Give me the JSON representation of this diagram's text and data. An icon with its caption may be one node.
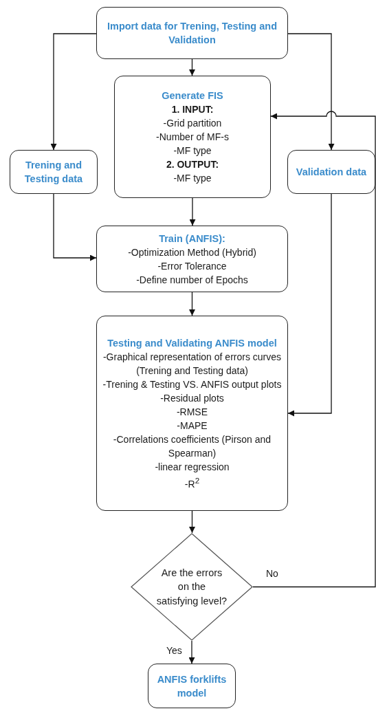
{
  "diagram": {
    "nodes": [
      {
        "text": [
          "Import data for Trening, Testing and Validation"
        ]
      },
      {
        "text": [
          "Generate FIS",
          "1. INPUT:",
          "-Grid partition",
          "-Number of MF-s",
          "-MF type",
          "2. OUTPUT:",
          "-MF type"
        ]
      },
      {
        "text": [
          "Trening and Testing data"
        ]
      },
      {
        "text": [
          "Validation data"
        ]
      },
      {
        "text": [
          "Train (ANFIS):",
          "-Optimization Method (Hybrid)",
          "-Error Tolerance",
          "-Define number of Epochs"
        ]
      },
      {
        "text": [
          "Testing and Validating ANFIS model",
          "-Graphical representation of errors curves (Trening and Testing data)",
          "-Trening & Testing VS. ANFIS output plots",
          "-Residual plots",
          "-RMSE",
          "-MAPE",
          "-Correlations coefficients (Pirson and Spearman)",
          "-linear regression",
          "-R$^{2}$"
        ]
      },
      {
        "text": [
          "Are the errors on the satisfying level?"
        ]
      },
      {
        "text": [
          "ANFIS forklifts model"
        ]
      }
    ],
    "edges": [
      {
        "from": 0,
        "to": 1,
        "arrow": "to"
      },
      {
        "from": 0,
        "to": 2,
        "arrow": "to"
      },
      {
        "from": 0,
        "to": 3,
        "arrow": "to"
      },
      {
        "from": 1,
        "to": 4,
        "arrow": "to"
      },
      {
        "from": 2,
        "to": 4,
        "arrow": "to"
      },
      {
        "from": 3,
        "to": 5,
        "arrow": "to"
      },
      {
        "from": 4,
        "to": 5,
        "arrow": "to"
      },
      {
        "from": 5,
        "to": 6,
        "arrow": "to"
      },
      {
        "from": 6,
        "to": 7,
        "arrow": "to",
        "label": "Yes"
      },
      {
        "from": 6,
        "to": 1,
        "arrow": "to",
        "label": "No"
      }
    ]
  }
}
